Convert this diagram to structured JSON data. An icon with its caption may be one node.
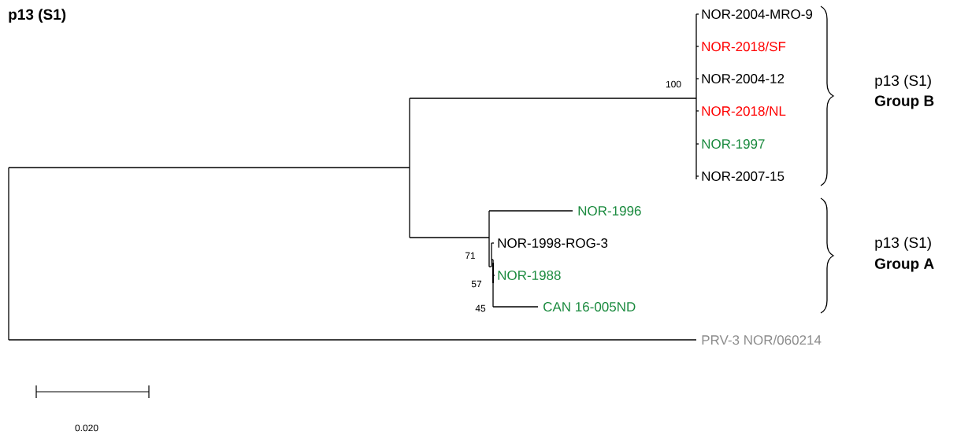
{
  "diagram": {
    "title": "p13 (S1)",
    "labels": [
      "NOR-2004-MRO-9",
      "NOR-2018/SF",
      "NOR-2004-12",
      "NOR-2018/NL",
      "NOR-1997",
      "NOR-2007-15",
      "NOR-1996",
      "NOR-1998-ROG-3",
      "NOR-1988",
      "CAN 16-005ND",
      "PRV-3 NOR/060214",
      "100",
      "71",
      "57",
      "45",
      "p13 (S1)",
      "Group B",
      "p13 (S1)",
      "Group A",
      "0.020"
    ]
  }
}
